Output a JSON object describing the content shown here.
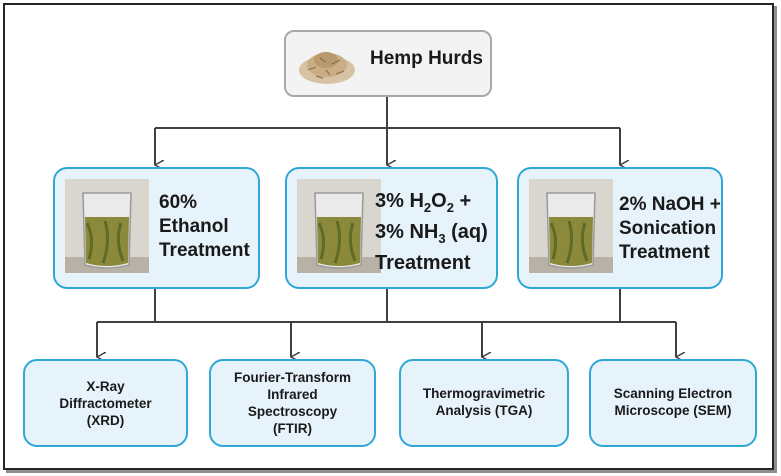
{
  "root": {
    "label": "Hemp Hurds",
    "image": "hemp-hurds-pile"
  },
  "treatments": [
    {
      "lines": [
        "60%",
        "Ethanol",
        "Treatment"
      ],
      "image": "beaker-liquid"
    },
    {
      "line1": "3% H",
      "sub1a": "2",
      "line1b": "O",
      "sub1b": "2",
      "line1c": " +",
      "line2": "3% NH",
      "sub2": "3",
      "line2b": " (aq)",
      "line3": "Treatment",
      "image": "beaker-liquid"
    },
    {
      "lines": [
        "2% NaOH +",
        "Sonication",
        "Treatment"
      ],
      "image": "beaker-liquid"
    }
  ],
  "methods": [
    {
      "lines": [
        "X-Ray",
        "Diffractometer",
        "(XRD)"
      ]
    },
    {
      "lines": [
        "Fourier-Transform",
        "Infrared",
        "Spectroscopy",
        "(FTIR)"
      ]
    },
    {
      "lines": [
        "Thermogravimetric",
        "Analysis (TGA)"
      ]
    },
    {
      "lines": [
        "Scanning Electron",
        "Microscope (SEM)"
      ]
    }
  ],
  "colors": {
    "box_border": "#2fa8d8",
    "box_fill": "#e6f3fa",
    "connector": "#404040"
  }
}
